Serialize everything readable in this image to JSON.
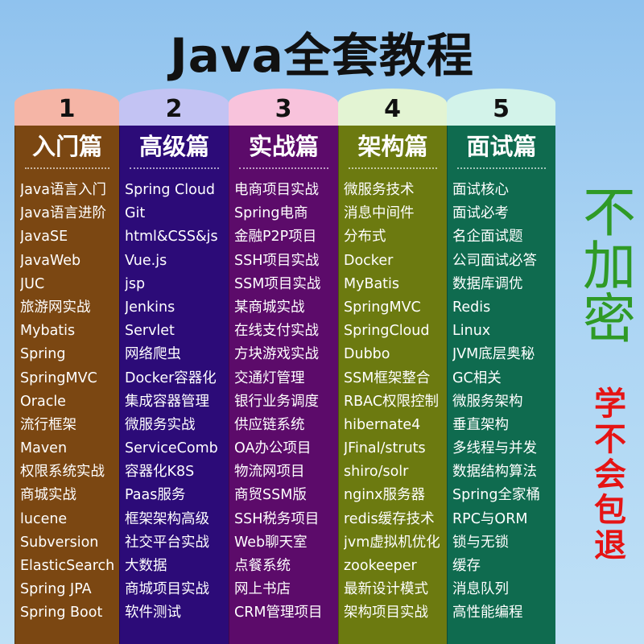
{
  "title": "Java全套教程",
  "columns": [
    {
      "number": "1",
      "name": "入门篇",
      "tab_color": "#f5b5a6",
      "body_color": "#7b4712",
      "items": [
        "Java语言入门",
        "Java语言进阶",
        "JavaSE",
        "JavaWeb",
        "JUC",
        "旅游网实战",
        "Mybatis",
        "Spring",
        "SpringMVC",
        "Oracle",
        "流行框架",
        "Maven",
        "权限系统实战",
        "商城实战",
        "lucene",
        "Subversion",
        "ElasticSearch",
        "Spring JPA",
        "Spring Boot"
      ]
    },
    {
      "number": "2",
      "name": "高级篇",
      "tab_color": "#c3c3f3",
      "body_color": "#2c0b78",
      "items": [
        "Spring Cloud",
        "Git",
        "html&CSS&js",
        "Vue.js",
        "jsp",
        "Jenkins",
        "Servlet",
        "网络爬虫",
        "Docker容器化",
        "集成容器管理",
        "微服务实战",
        "ServiceComb",
        "容器化K8S",
        "Paas服务",
        "框架架构高级",
        "社交平台实战",
        "大数据",
        "商城项目实战",
        "软件测试"
      ]
    },
    {
      "number": "3",
      "name": "实战篇",
      "tab_color": "#f8c3dc",
      "body_color": "#5c0b6a",
      "items": [
        "电商项目实战",
        "Spring电商",
        "金融P2P项目",
        "SSH项目实战",
        "SSM项目实战",
        "某商城实战",
        "在线支付实战",
        "方块游戏实战",
        "交通灯管理",
        "银行业务调度",
        "供应链系统",
        "OA办公项目",
        "物流网项目",
        "商贸SSM版",
        "SSH税务项目",
        "Web聊天室",
        "点餐系统",
        "网上书店",
        "CRM管理项目"
      ]
    },
    {
      "number": "4",
      "name": "架构篇",
      "tab_color": "#e3f4d3",
      "body_color": "#6c7a10",
      "items": [
        "微服务技术",
        "消息中间件",
        "分布式",
        "Docker",
        "MyBatis",
        "SpringMVC",
        "SpringCloud",
        "Dubbo",
        "SSM框架整合",
        "RBAC权限控制",
        "hibernate4",
        "JFinal/struts",
        "shiro/solr",
        "nginx服务器",
        "redis缓存技术",
        "jvm虚拟机优化",
        "zookeeper",
        "最新设计模式",
        "架构项目实战"
      ]
    },
    {
      "number": "5",
      "name": "面试篇",
      "tab_color": "#d3f3ea",
      "body_color": "#0f6b4f",
      "items": [
        "面试核心",
        "面试必考",
        "名企面试题",
        "公司面试必答",
        "数据库调优",
        "Redis",
        "Linux",
        "JVM底层奥秘",
        "GC相关",
        "微服务架构",
        "垂直架构",
        "多线程与并发",
        "数据结构算法",
        "Spring全家桶",
        "RPC与ORM",
        "锁与无锁",
        "缓存",
        "消息队列",
        "高性能编程"
      ]
    }
  ],
  "side_text_1": "不加密",
  "side_text_2": "学不会包退"
}
